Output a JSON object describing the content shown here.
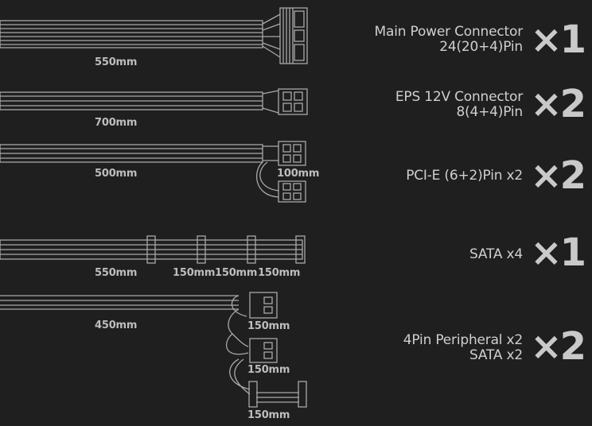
{
  "colors": {
    "background": "#1f1f1f",
    "cable": "#a9a9a9",
    "text": "#c9c9c9"
  },
  "cables": [
    {
      "label_lines": [
        "Main Power Connector",
        "24(20+4)Pin"
      ],
      "quantity": "×1",
      "lengths": [
        "550mm"
      ]
    },
    {
      "label_lines": [
        "EPS 12V Connector",
        "8(4+4)Pin"
      ],
      "quantity": "×2",
      "lengths": [
        "700mm"
      ]
    },
    {
      "label_lines": [
        "PCI-E (6+2)Pin x2"
      ],
      "quantity": "×2",
      "lengths": [
        "500mm",
        "100mm"
      ]
    },
    {
      "label_lines": [
        "SATA x4"
      ],
      "quantity": "×1",
      "lengths": [
        "550mm",
        "150mm",
        "150mm",
        "150mm"
      ]
    },
    {
      "label_lines": [
        "4Pin Peripheral x2",
        "SATA x2"
      ],
      "quantity": "×2",
      "lengths": [
        "450mm",
        "150mm",
        "150mm",
        "150mm"
      ]
    }
  ]
}
